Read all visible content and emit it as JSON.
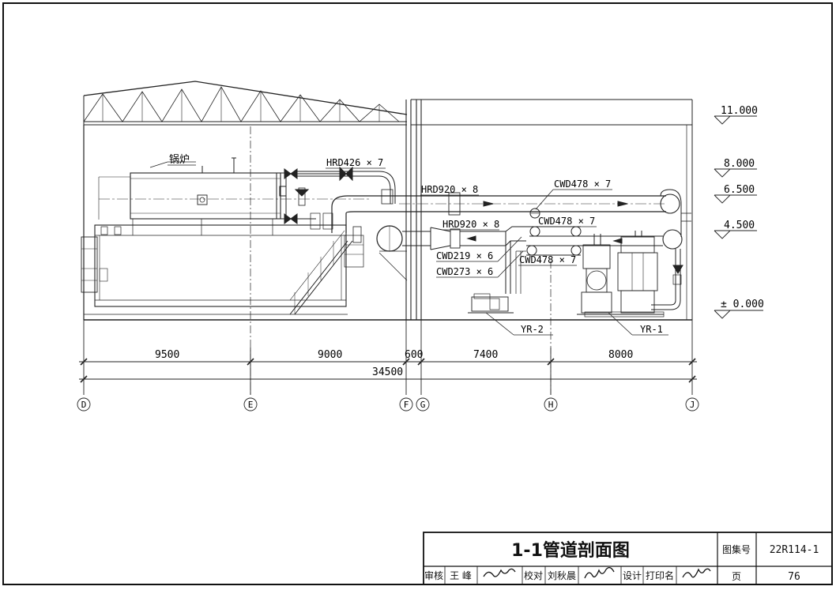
{
  "drawing": {
    "boiler_label": "锅炉",
    "pipe_labels": [
      {
        "id": "hr426",
        "text": "HRD426 × 7"
      },
      {
        "id": "hr920-top",
        "text": "HRD920 × 8"
      },
      {
        "id": "hr920-mid",
        "text": "HRD920 × 8"
      },
      {
        "id": "cw478-a",
        "text": "CWD478 × 7"
      },
      {
        "id": "cw478-b",
        "text": "CWD478 × 7"
      },
      {
        "id": "cw478-c",
        "text": "CWD478 × 7"
      },
      {
        "id": "cw219",
        "text": "CWD219 × 6"
      },
      {
        "id": "cw273",
        "text": "CWD273 × 6"
      }
    ],
    "equipment_tags": [
      {
        "id": "yr2",
        "text": "YR-2"
      },
      {
        "id": "yr1",
        "text": "YR-1"
      }
    ],
    "elevations": [
      "11.000",
      "8.000",
      "6.500",
      "4.500",
      "± 0.000"
    ],
    "dimensions": {
      "spans": [
        "9500",
        "9000",
        "600",
        "7400",
        "8000"
      ],
      "total": "34500"
    },
    "grid_axes": [
      "D",
      "E",
      "F",
      "G",
      "H",
      "J"
    ]
  },
  "title_block": {
    "title": "1-1管道剖面图",
    "atlas_label": "图集号",
    "atlas_number": "22R114-1",
    "page_label": "页",
    "page_number": "76",
    "review_label": "审核",
    "reviewer": "王 峰",
    "check_label": "校对",
    "checker": "刘秋晨",
    "design_label": "设计",
    "designer": "打印名"
  }
}
